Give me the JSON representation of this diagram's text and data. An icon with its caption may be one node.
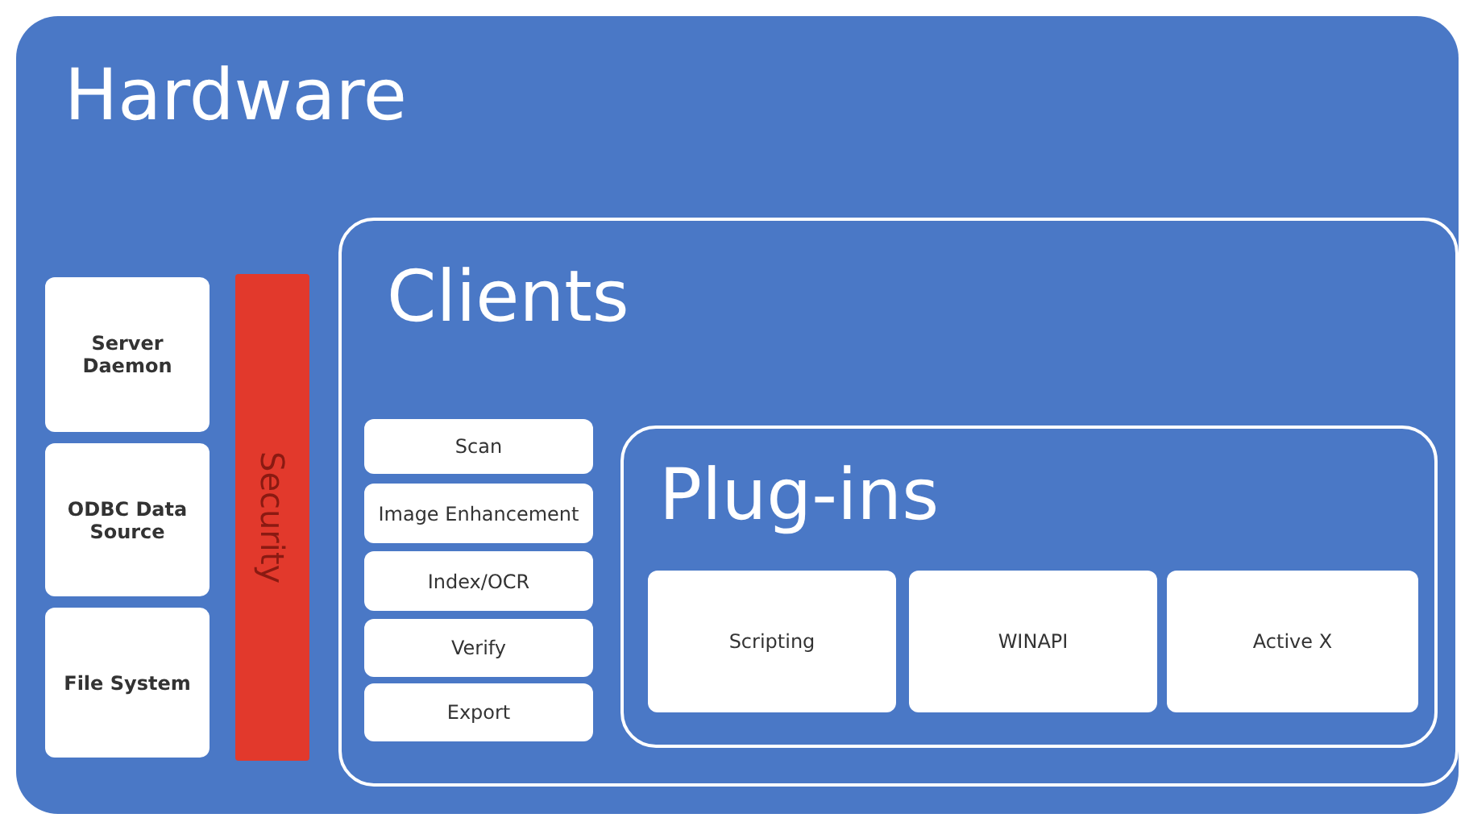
{
  "diagram": {
    "nodes": [
      {
        "text": [
          "Hardware"
        ]
      },
      {
        "text": [
          "Server Daemon"
        ],
        "in": 0
      },
      {
        "text": [
          "ODBC Data Source"
        ],
        "in": 0
      },
      {
        "text": [
          "File System"
        ],
        "in": 0
      },
      {
        "text": [
          "Security"
        ],
        "in": 0
      },
      {
        "text": [
          "Clients"
        ],
        "in": 0
      },
      {
        "text": [
          "Scan"
        ],
        "in": 5
      },
      {
        "text": [
          "Image Enhancement"
        ],
        "in": 5
      },
      {
        "text": [
          "Index/OCR"
        ],
        "in": 5
      },
      {
        "text": [
          "Verify"
        ],
        "in": 5
      },
      {
        "text": [
          "Export"
        ],
        "in": 5
      },
      {
        "text": [
          "Plug-ins"
        ],
        "in": 5
      },
      {
        "text": [
          "Scripting"
        ],
        "in": 11
      },
      {
        "text": [
          "WINAPI"
        ],
        "in": 11
      },
      {
        "text": [
          "Active X"
        ],
        "in": 11
      }
    ]
  }
}
